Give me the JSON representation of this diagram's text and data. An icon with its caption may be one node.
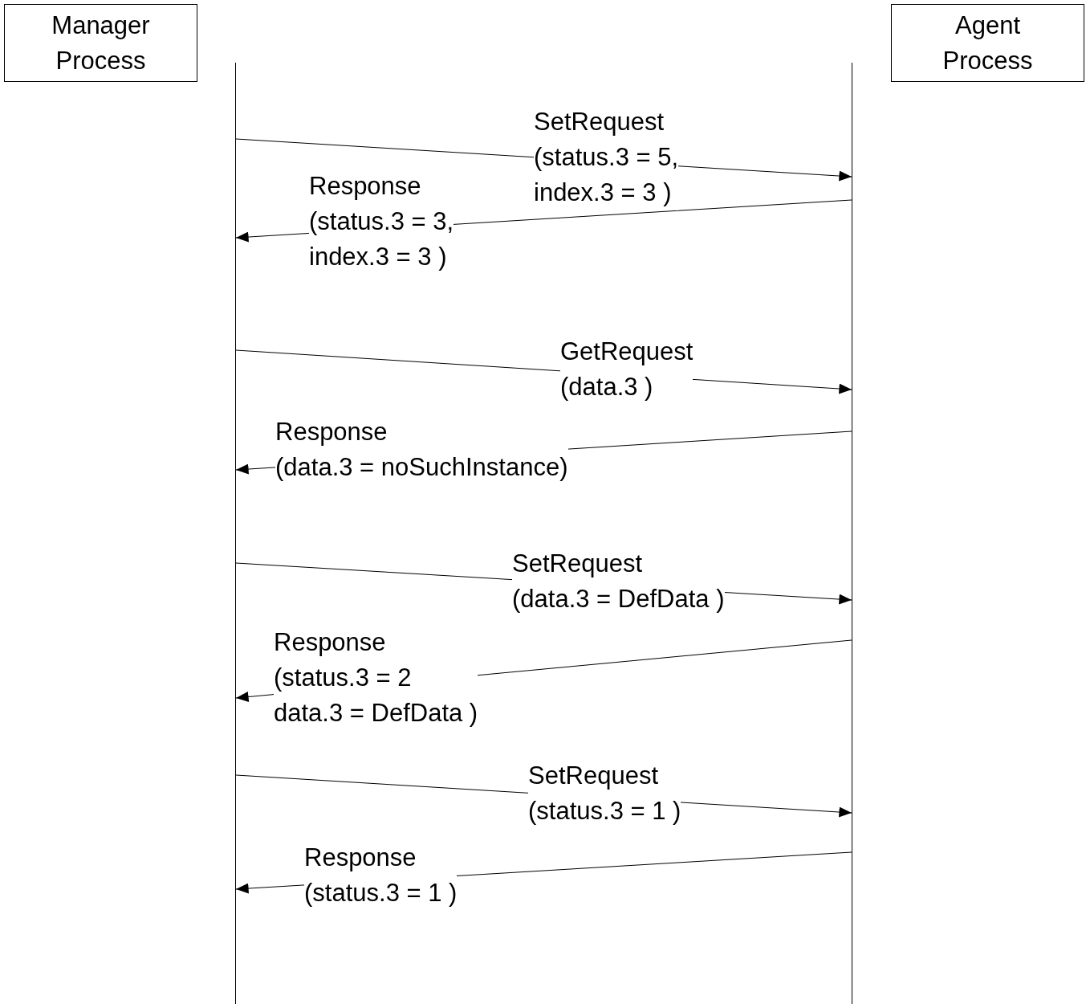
{
  "diagram": {
    "nodes": [
      {
        "text": [
          "Manager Process"
        ]
      },
      {
        "text": [
          "Agent Process"
        ]
      },
      {
        "text": [],
        "shape": "line"
      },
      {
        "text": [],
        "shape": "line"
      }
    ],
    "edges": [
      {
        "from": 2,
        "to": 3,
        "arrow": "to",
        "label": "SetRequest (status.3 = 5, index.3 = 3 )"
      },
      {
        "from": 3,
        "to": 2,
        "arrow": "to",
        "label": "Response (status.3 = 3, index.3 = 3 )"
      },
      {
        "from": 2,
        "to": 3,
        "arrow": "to",
        "label": "GetRequest (data.3 )"
      },
      {
        "from": 3,
        "to": 2,
        "arrow": "to",
        "label": "Response (data.3 = noSuchInstance)"
      },
      {
        "from": 2,
        "to": 3,
        "arrow": "to",
        "label": "SetRequest (data.3 = DefData )"
      },
      {
        "from": 3,
        "to": 2,
        "arrow": "to",
        "label": "Response (status.3 = 2 data.3 = DefData )"
      },
      {
        "from": 2,
        "to": 3,
        "arrow": "to",
        "label": "SetRequest (status.3 = 1 )"
      },
      {
        "from": 3,
        "to": 2,
        "arrow": "to",
        "label": "Response (status.3 = 1 )"
      }
    ]
  }
}
